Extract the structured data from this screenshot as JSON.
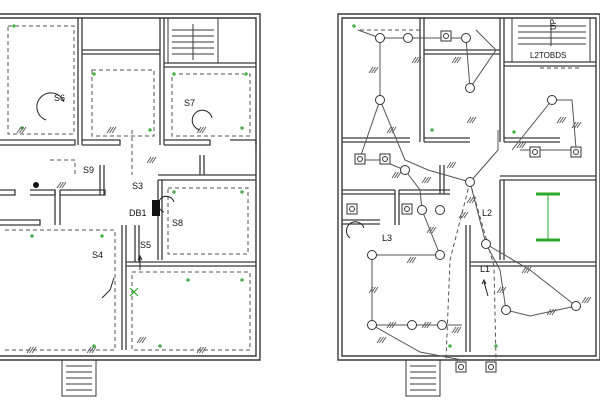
{
  "colors": {
    "wall": "#3a3a3a",
    "wiring": "#555555",
    "marker": "#2ea82e",
    "panel": "#111111",
    "background": "#ffffff"
  },
  "left_plan": {
    "switch_labels": {
      "s6": "S6",
      "s7": "S7",
      "s9": "S9",
      "s3": "S3",
      "db1": "DB1",
      "s8": "S8",
      "s4": "S4",
      "s5": "S5"
    }
  },
  "right_plan": {
    "circuit_labels": {
      "l2": "L2",
      "l3": "L3",
      "l1": "L1"
    },
    "stair_labels": {
      "l2tobds": "L2TOBDS",
      "up": "UP"
    }
  }
}
